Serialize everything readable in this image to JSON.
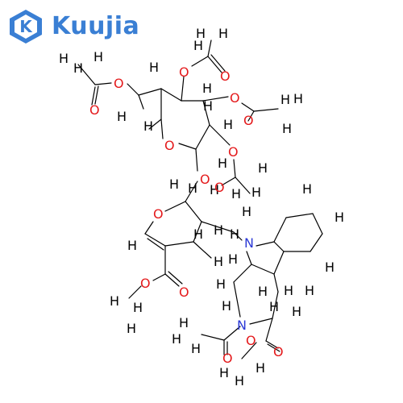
{
  "logo": {
    "brand": "Kuujia",
    "brand_color": "#3a7fd4",
    "icon": "hexagon-k-icon"
  },
  "colors": {
    "carbon_hydrogen": "#000000",
    "oxygen": "#e41a1c",
    "nitrogen": "#2b39d6"
  },
  "atoms": {
    "h": "H",
    "o": "O",
    "n": "N"
  }
}
